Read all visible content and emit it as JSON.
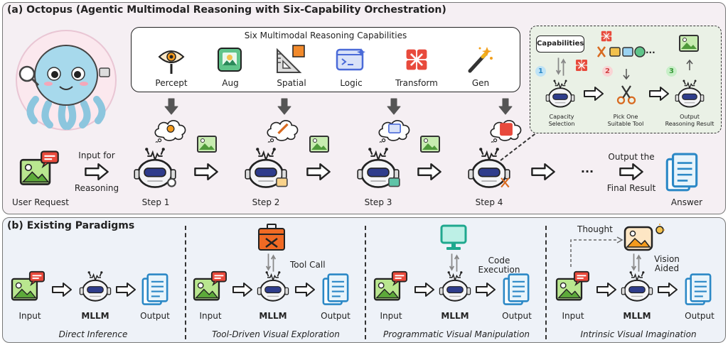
{
  "panel_a": {
    "title": "(a) Octopus (Agentic Multimodal Reasoning with Six-Capability Orchestration)",
    "capabilities_title": "Six Multimodal Reasoning Capabilities",
    "capabilities": [
      {
        "label": "Percept",
        "icon": "eye-magnifier-icon"
      },
      {
        "label": "Aug",
        "icon": "augmented-image-icon"
      },
      {
        "label": "Spatial",
        "icon": "ruler-triangle-icon"
      },
      {
        "label": "Logic",
        "icon": "code-window-icon"
      },
      {
        "label": "Transform",
        "icon": "transform-tool-icon"
      },
      {
        "label": "Gen",
        "icon": "magic-wand-icon"
      }
    ],
    "user_request": "User Request",
    "input_for": "Input for",
    "reasoning": "Reasoning",
    "steps": [
      "Step 1",
      "Step 2",
      "Step 3",
      "Step 4"
    ],
    "ellipsis": "...",
    "output_the": "Output the",
    "final_result": "Final Result",
    "answer": "Answer",
    "detail": {
      "capabilities_tag": "Capabilities",
      "numbers": [
        "1",
        "2",
        "3"
      ],
      "ellipsis": "...",
      "stage1_l1": "Capacity",
      "stage1_l2": "Selection",
      "stage2_l1": "Pick One",
      "stage2_l2": "Suitable Tool",
      "stage3_l1": "Output",
      "stage3_l2": "Reasoning Result"
    }
  },
  "panel_b": {
    "title": "(b) Existing Paradigms",
    "paradigms": [
      {
        "name": "Direct Inference",
        "input": "Input",
        "model": "MLLM",
        "output": "Output",
        "annotation": ""
      },
      {
        "name": "Tool-Driven Visual Exploration",
        "input": "Input",
        "model": "MLLM",
        "output": "Output",
        "annotation": "Tool Call"
      },
      {
        "name": "Programmatic Visual Manipulation",
        "input": "Input",
        "model": "MLLM",
        "output": "Output",
        "annotation_l1": "Code",
        "annotation_l2": "Execution"
      },
      {
        "name": "Intrinsic Visual Imagination",
        "input": "Input",
        "model": "MLLM",
        "output": "Output",
        "thought": "Thought",
        "annotation_l1": "Vision",
        "annotation_l2": "Aided"
      }
    ]
  },
  "colors": {
    "panel_a_bg": "#f5eff3",
    "panel_b_bg": "#eef2f8",
    "detail_bg": "#eaf1e6",
    "image_icon_green": "#8ccf6a",
    "doc_icon_blue": "#45a8d6",
    "robot_visor": "#2f3d8c",
    "transform_red": "#e84a3c"
  }
}
